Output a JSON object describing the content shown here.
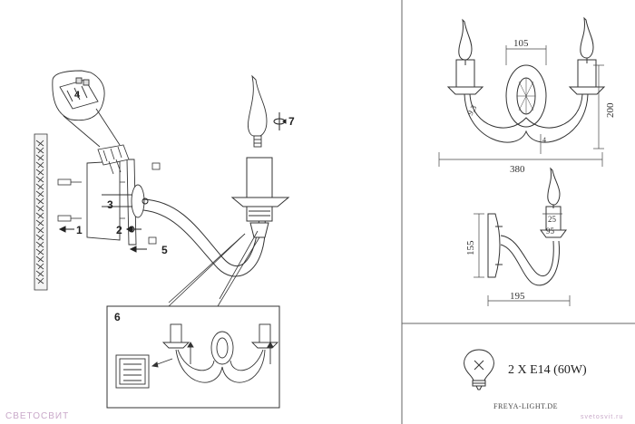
{
  "steps": {
    "s1": "1",
    "s2": "2",
    "s3": "3",
    "s4": "4",
    "s5": "5",
    "s6": "6",
    "s7": "7"
  },
  "dims": {
    "front_width": "380",
    "front_plate_width": "105",
    "front_height": "200",
    "front_radius": "9,3",
    "front_small": "4",
    "side_height": "155",
    "side_depth": "195",
    "side_bulb_top": "25",
    "side_bulb_bottom": "95"
  },
  "spec": {
    "lamp_text": "2 X E14 (60W)",
    "icon": "bulb-icon"
  },
  "brand": {
    "url": "FREYA-LIGHT.DE",
    "watermark_left": "СВЕТОСВИТ",
    "watermark_right": "svetosvit.ru"
  }
}
